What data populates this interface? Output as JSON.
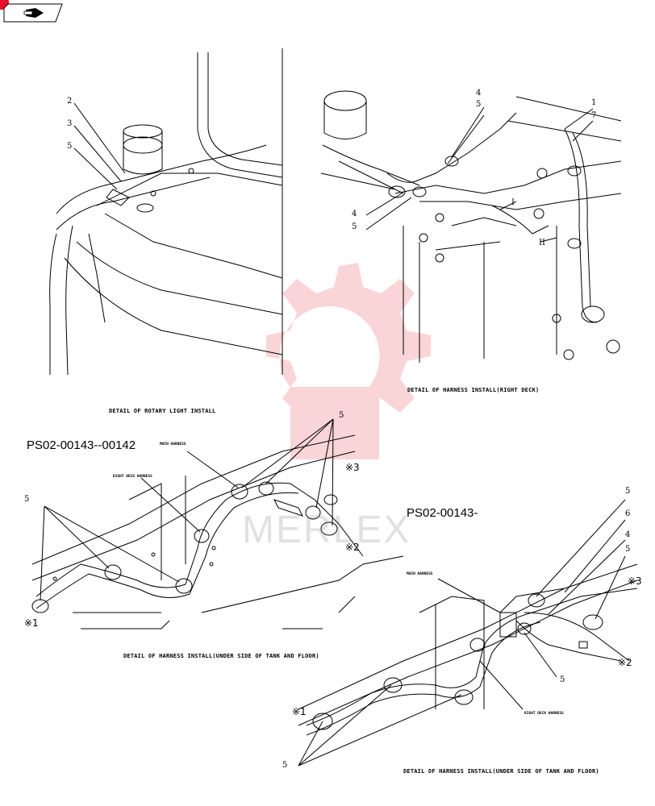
{
  "nav": {
    "icon": "arrow-right-icon"
  },
  "watermark": {
    "text": "MERLEX"
  },
  "panels": {
    "rotary_light": {
      "caption": "DETAIL OF ROTARY LIGHT INSTALL",
      "callouts": [
        "2",
        "3",
        "5"
      ]
    },
    "right_deck": {
      "caption": "DETAIL OF HARNESS INSTALL(RIGHT DECK)",
      "callouts": [
        "4",
        "5",
        "1",
        "7",
        "4",
        "5",
        "I",
        "II"
      ]
    },
    "under_tank_left": {
      "part_code": "PS02-00143--00142",
      "caption": "DETAIL OF HARNESS INSTALL(UNDER SIDE OF TANK AND FLOOR)",
      "main_harness": "MAIN HARNESS",
      "right_deck_harness": "RIGHT DECK HARNESS",
      "callouts": [
        "5",
        "5",
        "※3",
        "※2",
        "※1"
      ]
    },
    "under_tank_right": {
      "part_code": "PS02-00143-",
      "caption": "DETAIL OF HARNESS INSTALL(UNDER SIDE OF TANK AND FLOOR)",
      "main_harness": "MAIN HARNESS",
      "right_deck_harness": "RIGHT DECK HARNESS",
      "callouts": [
        "5",
        "6",
        "4",
        "5",
        "※3",
        "※2",
        "5",
        "※1",
        "5"
      ]
    }
  },
  "colors": {
    "accent": "#e8102a",
    "watermark": "#f4a0a6",
    "line": "#000000"
  }
}
